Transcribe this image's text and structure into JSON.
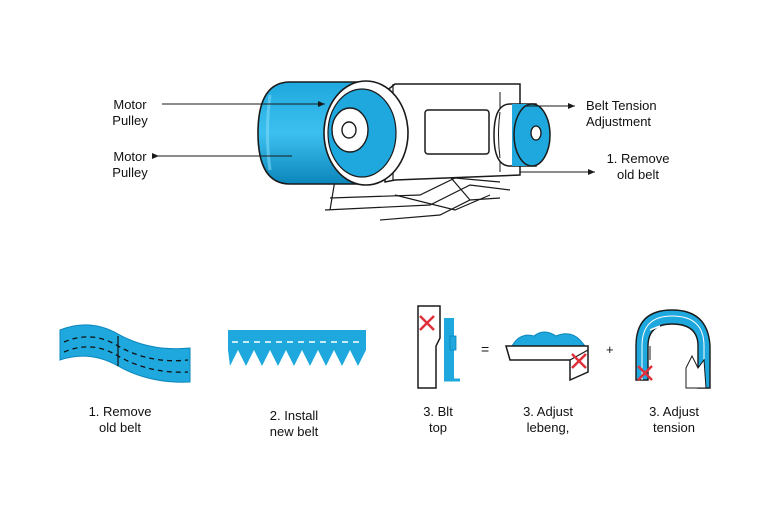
{
  "colors": {
    "accent": "#1fa8de",
    "accent_dark": "#0c86bb",
    "stroke": "#1a1a1a",
    "cross": "#e0303a"
  },
  "top_diagram": {
    "label_motor_pulley_1": "Motor\nPulley",
    "label_motor_pulley_2": "Motor\nPulley",
    "label_belt_tension": "Belt Tension\nAdjustment",
    "label_remove_top": "1. Remove\nold belt"
  },
  "steps": [
    {
      "label": "1. Remove\nold belt",
      "icon": "wavy-belt-icon"
    },
    {
      "label": "2. Install\nnew belt",
      "icon": "toothed-belt-icon"
    },
    {
      "label": "3. Blt\ntop",
      "icon": "bracket-cross-icon"
    },
    {
      "label": "3. Adjust\nlebeng,",
      "icon": "tray-cross-icon"
    },
    {
      "label": "3. Adjust\ntension",
      "icon": "arch-belt-icon"
    }
  ],
  "operators": {
    "equals": "=",
    "plus": "+"
  }
}
